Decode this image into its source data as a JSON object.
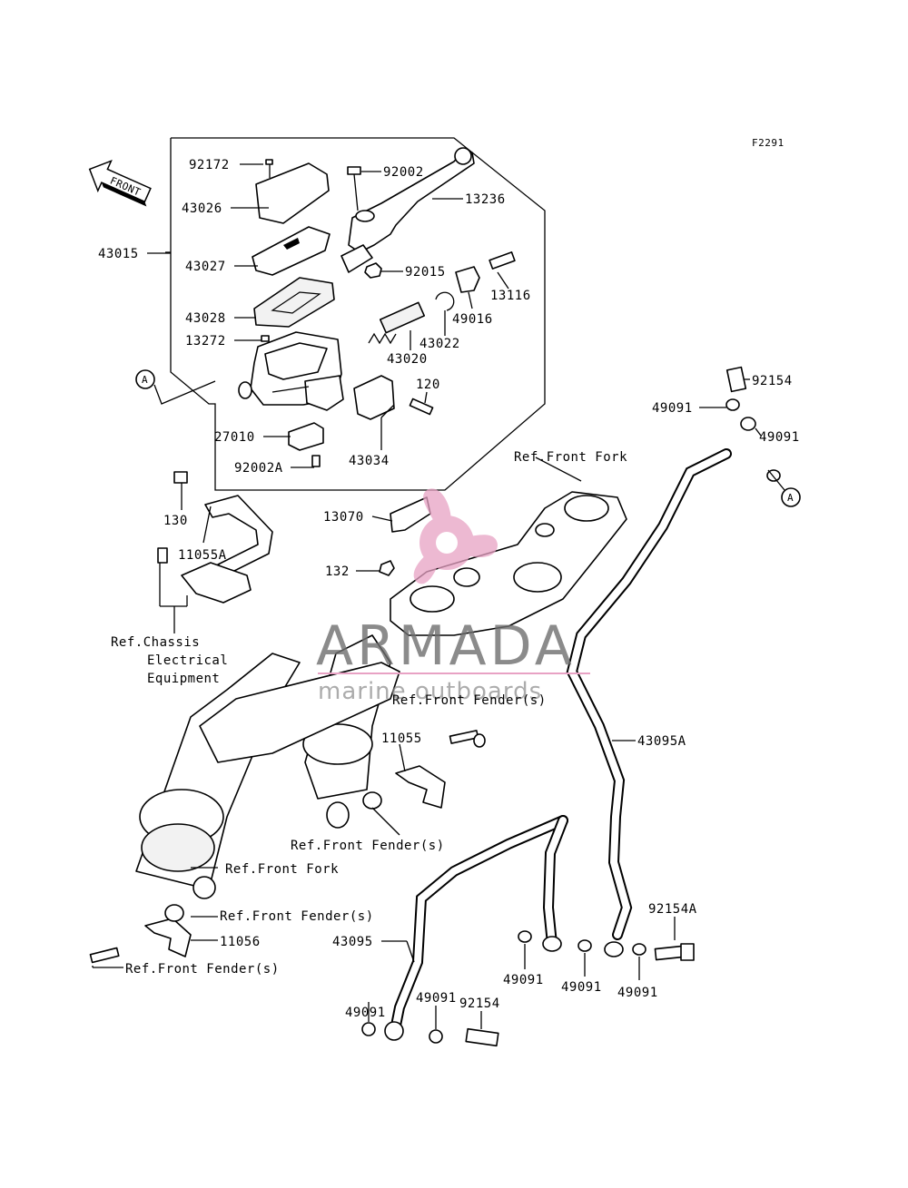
{
  "figure_id": "F2291",
  "front_arrow": "FRONT",
  "watermark": {
    "brand": "ARMADA",
    "tagline": "marine outboards",
    "color": "#e8a2c4"
  },
  "callouts": {
    "c92172": "92172",
    "c43026": "43026",
    "c43015": "43015",
    "c43027": "43027",
    "c43028": "43028",
    "c13272": "13272",
    "c27010": "27010",
    "c92002A": "92002A",
    "c92002": "92002",
    "c13236": "13236",
    "c92015": "92015",
    "c13116": "13116",
    "c49016": "49016",
    "c43022": "43022",
    "c43020": "43020",
    "c120": "120",
    "c43034": "43034",
    "c92154_top": "92154",
    "c49091_a": "49091",
    "c49091_b": "49091",
    "refA_left": "A",
    "refA_right": "A",
    "ref_front_fork_top": "Ref.Front Fork",
    "c13070": "13070",
    "c130": "130",
    "c11055A": "11055A",
    "c132": "132",
    "ref_chassis_1": "Ref.Chassis",
    "ref_chassis_2": "Electrical",
    "ref_chassis_3": "Equipment",
    "ref_front_fender_1": "Ref.Front Fender(s)",
    "c11055": "11055",
    "c43095A": "43095A",
    "ref_front_fender_2": "Ref.Front Fender(s)",
    "ref_front_fork_bottom": "Ref.Front Fork",
    "ref_front_fender_3": "Ref.Front Fender(s)",
    "c11056": "11056",
    "ref_front_fender_4": "Ref.Front Fender(s)",
    "c43095": "43095",
    "c92154A": "92154A",
    "c49091_c": "49091",
    "c49091_d": "49091",
    "c49091_e": "49091",
    "c49091_f": "49091",
    "c49091_g": "49091",
    "c92154_bottom": "92154"
  }
}
